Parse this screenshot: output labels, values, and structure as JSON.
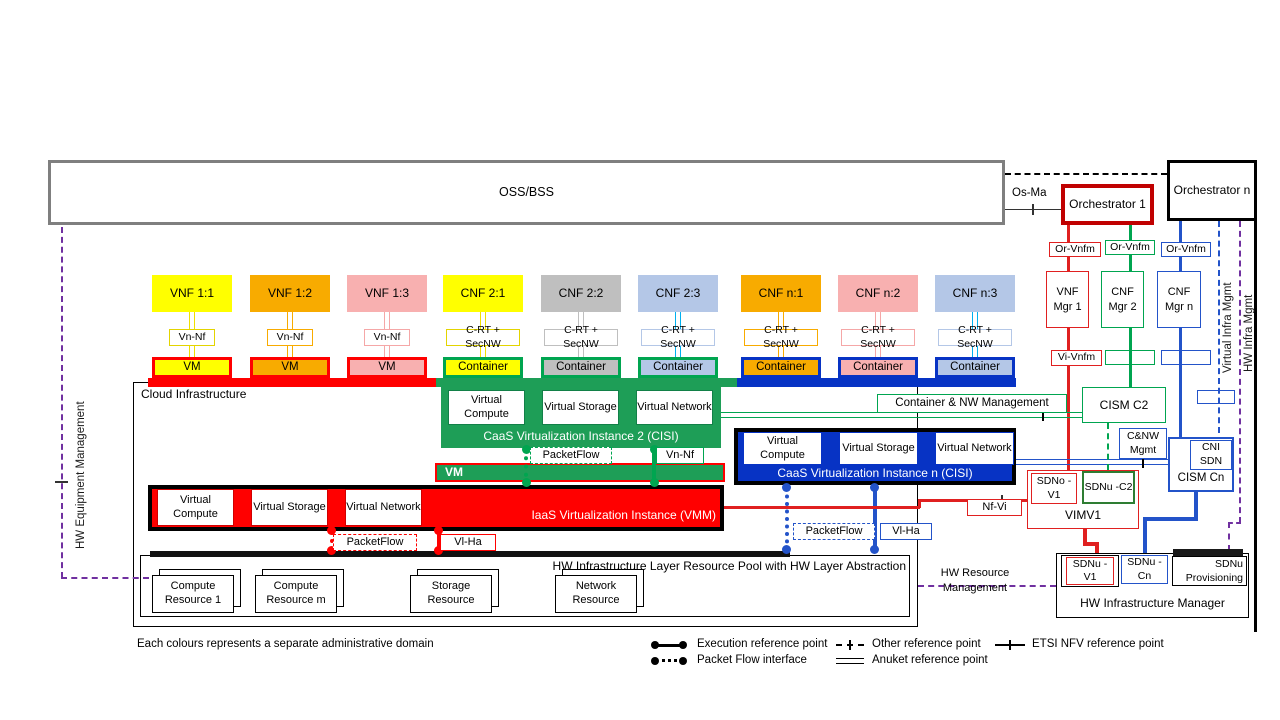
{
  "colors": {
    "yellow": "#FFFF00",
    "orange": "#F8AB00",
    "pink": "#F8B0B0",
    "gray": "#BFBFBF",
    "light_blue": "#B4C7E7",
    "cyan": "#00B0F0",
    "red": "#FF0000",
    "dark_red": "#C00000",
    "box_red": "#E02020",
    "green_fill": "#1E9E57",
    "green_border": "#00A550",
    "blue_fill": "#0733C4",
    "blue_border": "#2353C9",
    "dark_green": "#2E7D32",
    "purple": "#7030A0",
    "gray_border": "#7F7F7F",
    "black": "#000000"
  },
  "top": {
    "oss_bss": "OSS/BSS",
    "os_ma": "Os-Ma",
    "orchestrator_1": "Orchestrator 1",
    "orchestrator_n": "Orchestrator n"
  },
  "managers": {
    "or_vnfm_1": "Or-Vnfm",
    "or_vnfm_2": "Or-Vnfm",
    "or_vnfm_n": "Or-Vnfm",
    "vnf_mgr_1": "VNF Mgr 1",
    "cnf_mgr_2": "CNF Mgr 2",
    "cnf_mgr_n": "CNF Mgr n",
    "vi_vnfm": "Vi-Vnfm"
  },
  "right_rails": {
    "virtual_infra_mgmt": "Virtual Infra Mgmt",
    "hw_infra_mgmt": "HW Infra Mgmt"
  },
  "left_rail": {
    "hw_equipment_management": "HW Equipment Management"
  },
  "nf_columns": [
    {
      "label": "VNF 1:1",
      "iface": "Vn-Nf",
      "runtime": "VM"
    },
    {
      "label": "VNF 1:2",
      "iface": "Vn-Nf",
      "runtime": "VM"
    },
    {
      "label": "VNF 1:3",
      "iface": "Vn-Nf",
      "runtime": "VM"
    },
    {
      "label": "CNF 2:1",
      "iface": "C-RT + SecNW",
      "runtime": "Container"
    },
    {
      "label": "CNF 2:2",
      "iface": "C-RT + SecNW",
      "runtime": "Container"
    },
    {
      "label": "CNF 2:3",
      "iface": "C-RT + SecNW",
      "runtime": "Container"
    },
    {
      "label": "CNF n:1",
      "iface": "C-RT + SecNW",
      "runtime": "Container"
    },
    {
      "label": "CNF n:2",
      "iface": "C-RT + SecNW",
      "runtime": "Container"
    },
    {
      "label": "CNF n:3",
      "iface": "C-RT + SecNW",
      "runtime": "Container"
    }
  ],
  "cloud": {
    "title": "Cloud  Infrastructure",
    "caas2": {
      "vc": "Virtual Compute",
      "vs": "Virtual Storage",
      "vn": "Virtual Network",
      "caption": "CaaS Virtualization Instance 2 (CISI)",
      "packetflow": "PacketFlow",
      "vn_nf": "Vn-Nf"
    },
    "vm_bar": "VM",
    "iaas": {
      "vc": "Virtual Compute",
      "vs": "Virtual Storage",
      "vn": "Virtual Network",
      "caption": "IaaS Virtualization Instance (VMM)",
      "packetflow": "PacketFlow",
      "vl_ha": "Vl-Ha"
    },
    "caasn": {
      "vc": "Virtual Compute",
      "vs": "Virtual Storage",
      "vn": "Virtual Network",
      "caption": "CaaS Virtualization Instance n (CISI)",
      "packetflow": "PacketFlow",
      "vl_ha": "Vl-Ha"
    },
    "hw_pool": {
      "caption": "HW Infrastructure Layer Resource Pool with HW Layer Abstraction",
      "resources": [
        "Compute Resource 1",
        "Compute Resource m",
        "Storage Resource",
        "Network Resource"
      ]
    }
  },
  "mgmt": {
    "container_nw_management": "Container & NW  Management",
    "cism_c2": "CISM C2",
    "cnw_mgmt": "C&NW Mgmt",
    "cni_sdn": "CNI SDN",
    "cism_cn": "CISM Cn",
    "sdno_v1": "SDNo -V1",
    "sdnu_c2": "SDNu -C2",
    "vim_v1": "VIMV1",
    "nf_vi": "Nf-Vi",
    "hw_resource_management": "HW Resource Management",
    "hw_im": {
      "title": "HW Infrastructure Manager",
      "sdnu_v1": "SDNu -V1",
      "sdnu_cn": "SDNu -Cn",
      "sdnu_prov": "SDNu Provisioning"
    }
  },
  "footer": {
    "note": "Each colours represents a separate administrative domain",
    "legend": [
      {
        "label": "Execution reference point"
      },
      {
        "label": "Packet Flow interface"
      },
      {
        "label": "Other reference point"
      },
      {
        "label": "Anuket reference point"
      },
      {
        "label": "ETSI NFV reference point"
      }
    ]
  }
}
